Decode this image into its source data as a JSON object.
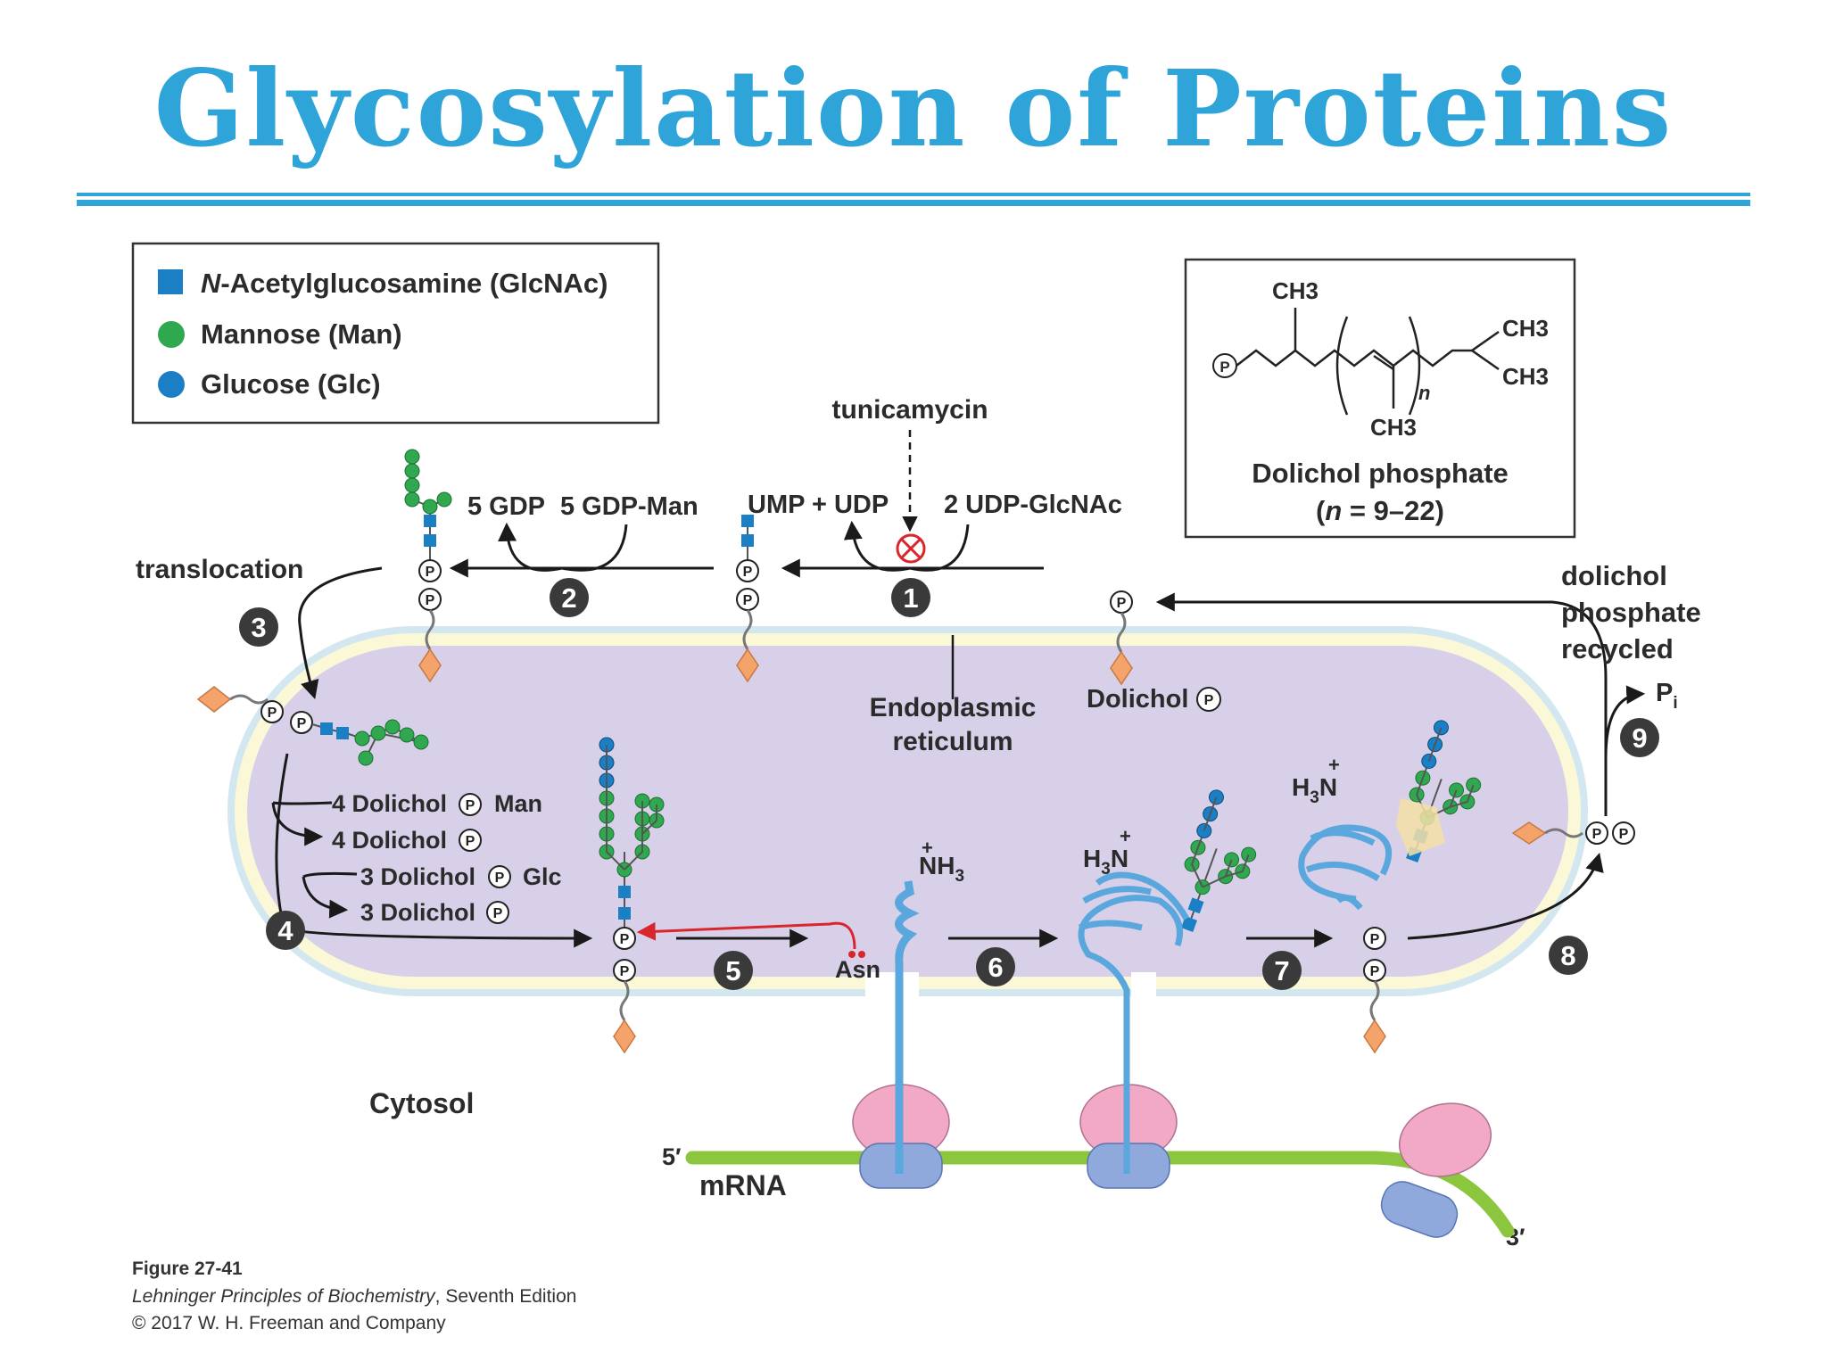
{
  "title": "Glycosylation of Proteins",
  "legend": {
    "items": [
      {
        "italic_prefix": "N",
        "label": "-Acetylglucosamine (GlcNAc)",
        "shape": "square",
        "color": "#1a7fc4"
      },
      {
        "italic_prefix": "",
        "label": "Mannose (Man)",
        "shape": "circle",
        "color": "#2fa84f"
      },
      {
        "italic_prefix": "",
        "label": "Glucose (Glc)",
        "shape": "circle",
        "color": "#1a7fc4"
      }
    ]
  },
  "dolichol_box": {
    "ch3": "CH3",
    "n": "n",
    "name": "Dolichol phosphate",
    "range_prefix": "(",
    "range_italic": "n",
    "range_suffix": " = 9–22)"
  },
  "labels": {
    "tunicamycin": "tunicamycin",
    "translocation": "translocation",
    "gdp": "5 GDP",
    "gdp_man": "5 GDP-Man",
    "ump_udp": "UMP + UDP",
    "udp_glcnac": "2 UDP-GlcNAc",
    "er_line1": "Endoplasmic",
    "er_line2": "reticulum",
    "dolichol_p": "Dolichol",
    "recycled_line1": "dolichol",
    "recycled_line2": "phosphate",
    "recycled_line3": "recycled",
    "pi": "P",
    "pi_sub": "i",
    "side4_1": "4 Dolichol",
    "side4_1_suffix": "Man",
    "side4_2": "4 Dolichol",
    "side4_3": "3 Dolichol",
    "side4_3_suffix": "Glc",
    "side4_4": "3 Dolichol",
    "nh3": "NH",
    "h3n": "H",
    "asn": "Asn",
    "cytosol": "Cytosol",
    "mrna": "mRNA",
    "five_prime": "5′",
    "three_prime": "3′",
    "p": "P"
  },
  "steps": [
    "1",
    "2",
    "3",
    "4",
    "5",
    "6",
    "7",
    "8",
    "9"
  ],
  "credits": {
    "figure": "Figure 27-41",
    "book": "Lehninger Principles of Biochemistry",
    "edition": ", Seventh Edition",
    "copyright": "© 2017 W. H. Freeman and Company"
  },
  "colors": {
    "title": "#2ea4d8",
    "er_lumen": "#d8d0e8",
    "er_membrane": "#fbf8d8",
    "glcnac": "#1a7fc4",
    "mannose": "#2fa84f",
    "glucose": "#1a7fc4",
    "dolichol_head": "#f4a46a",
    "protein": "#5aa7dd",
    "ribosome_large": "#f2a9c6",
    "ribosome_small": "#8fa9dd",
    "mrna": "#8cc63f",
    "inhibit": "#d9262c"
  }
}
